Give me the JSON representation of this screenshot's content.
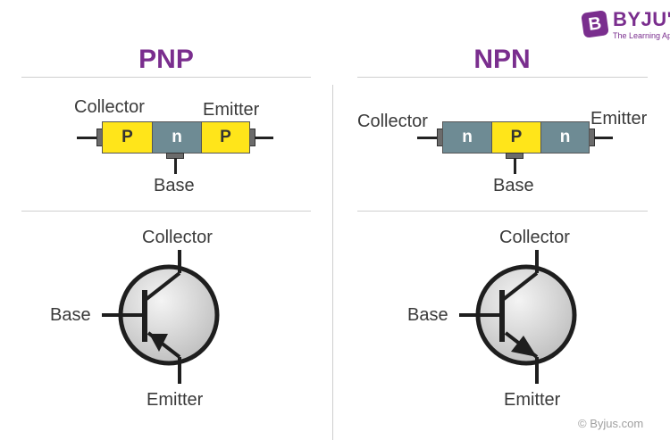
{
  "logo": {
    "mark": "B",
    "name": "BYJU'S",
    "tagline": "The Learning App"
  },
  "watermark": "© Byjus.com",
  "colors": {
    "accent": "#7a2e8e",
    "p_region": "#ffe51a",
    "n_region": "#6e8b94",
    "terminal": "#6b6b6b",
    "symbol_fill": "#d8d8d8"
  },
  "pnp": {
    "title": "PNP",
    "structure": {
      "regions": [
        "P",
        "n",
        "P"
      ],
      "collector_label": "Collector",
      "emitter_label": "Emitter",
      "base_label": "Base"
    },
    "symbol": {
      "collector_label": "Collector",
      "base_label": "Base",
      "emitter_label": "Emitter",
      "arrow_direction": "toward base"
    }
  },
  "npn": {
    "title": "NPN",
    "structure": {
      "regions": [
        "n",
        "P",
        "n"
      ],
      "collector_label": "Collector",
      "emitter_label": "Emitter",
      "base_label": "Base"
    },
    "symbol": {
      "collector_label": "Collector",
      "base_label": "Base",
      "emitter_label": "Emitter",
      "arrow_direction": "away from base"
    }
  }
}
